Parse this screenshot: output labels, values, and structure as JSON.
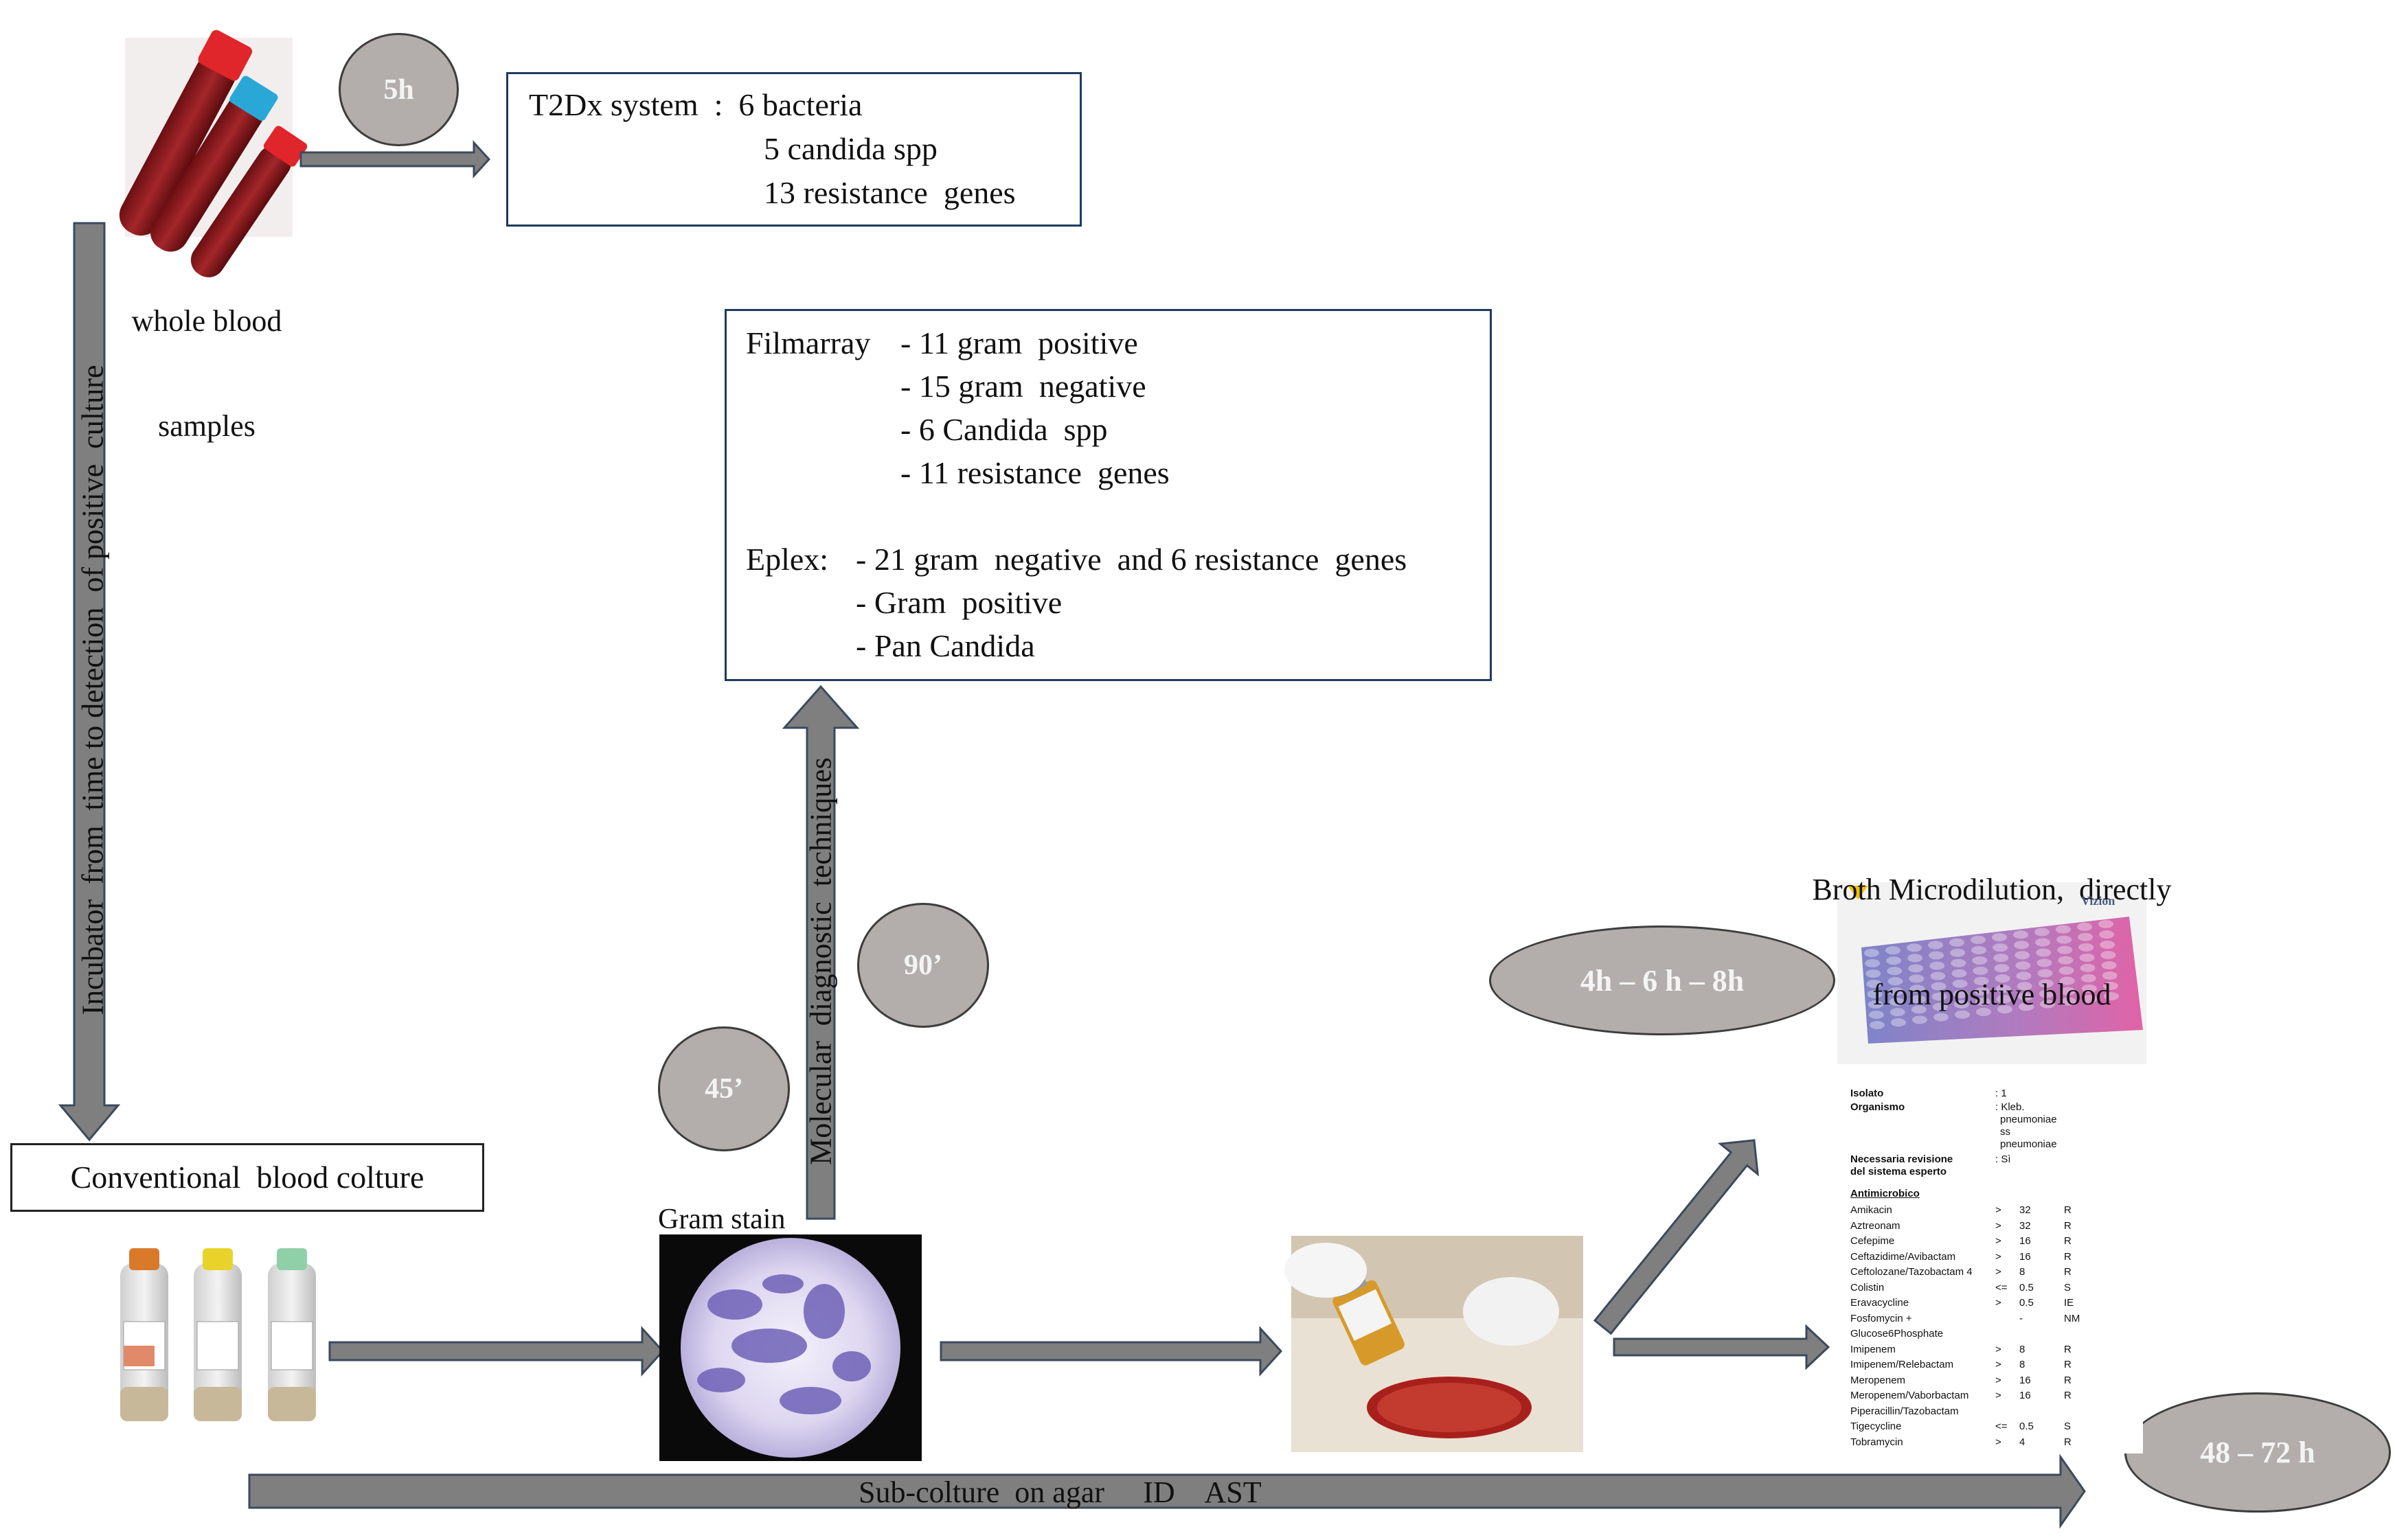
{
  "colors": {
    "arrow_fill": "#7f7f7f",
    "arrow_stroke": "#3b4a5c",
    "ellipse_fill": "#b3adab",
    "box_border": "#1f3a5f"
  },
  "whole_blood": {
    "label_line1": "whole blood",
    "label_line2": "samples"
  },
  "t2dx": {
    "time": "5h",
    "line1": "T2Dx system  :  6 bacteria",
    "line2": "5 candida spp",
    "line3": "13 resistance  genes"
  },
  "molecular_box": {
    "filmarray_label": "Filmarray",
    "filmarray_items": [
      "- 11 gram  positive",
      "- 15 gram  negative",
      "- 6 Candida  spp",
      "- 11 resistance  genes"
    ],
    "eplex_label": "Eplex:",
    "eplex_items": [
      "- 21 gram  negative  and 6 resistance  genes",
      "- Gram  positive",
      "- Pan Candida"
    ]
  },
  "incubator_label": "Incubator  from  time to detection  of positive  culture",
  "molecular_label": "Molecular  diagnostic  techniques",
  "conventional": {
    "label": "Conventional  blood colture"
  },
  "gram_stain_label": "Gram stain",
  "times": {
    "t45": "45’",
    "t90": "90’",
    "t4_8": "4h – 6 h – 8h",
    "t48_72": "48 – 72 h"
  },
  "broth": {
    "line1": "Broth Microdilution,  directly",
    "line2": "from positive blood",
    "plate_brand": "Vizion"
  },
  "subculture_label": "Sub-colture  on agar \u0000 ID\u0000 AST",
  "report": {
    "isolate_label": "Isolato",
    "isolate_value": ": 1",
    "organism_label": "Organismo",
    "organism_value_1": ": Kleb.",
    "organism_value_2": "pneumoniae",
    "organism_value_3": "ss",
    "organism_value_4": "pneumoniae",
    "review_label_1": "Necessaria revisione",
    "review_label_2": "del sistema esperto",
    "review_value": ": Sì",
    "section": "Antimicrobico",
    "rows": [
      {
        "drug": "Amikacin",
        "op": ">",
        "mic": "32",
        "int": "R"
      },
      {
        "drug": "Aztreonam",
        "op": ">",
        "mic": "32",
        "int": "R"
      },
      {
        "drug": "Cefepime",
        "op": ">",
        "mic": "16",
        "int": "R"
      },
      {
        "drug": "Ceftazidime/Avibactam",
        "op": ">",
        "mic": "16",
        "int": "R"
      },
      {
        "drug": "Ceftolozane/Tazobactam 4",
        "op": ">",
        "mic": "8",
        "int": "R"
      },
      {
        "drug": "Colistin",
        "op": "<=",
        "mic": "0.5",
        "int": "S"
      },
      {
        "drug": "Eravacycline",
        "op": ">",
        "mic": "0.5",
        "int": "IE"
      },
      {
        "drug": "Fosfomycin +",
        "op": "",
        "mic": "-",
        "int": "NM"
      },
      {
        "drug": "Glucose6Phosphate",
        "op": "",
        "mic": "",
        "int": ""
      },
      {
        "drug": "Imipenem",
        "op": ">",
        "mic": "8",
        "int": "R"
      },
      {
        "drug": "Imipenem/Relebactam",
        "op": ">",
        "mic": "8",
        "int": "R"
      },
      {
        "drug": "Meropenem",
        "op": ">",
        "mic": "16",
        "int": "R"
      },
      {
        "drug": "Meropenem/Vaborbactam",
        "op": ">",
        "mic": "16",
        "int": "R"
      },
      {
        "drug": "Piperacillin/Tazobactam",
        "op": "",
        "mic": "",
        "int": ""
      },
      {
        "drug": "Tigecycline",
        "op": "<=",
        "mic": "0.5",
        "int": "S"
      },
      {
        "drug": "Tobramycin",
        "op": ">",
        "mic": "4",
        "int": "R"
      }
    ]
  }
}
